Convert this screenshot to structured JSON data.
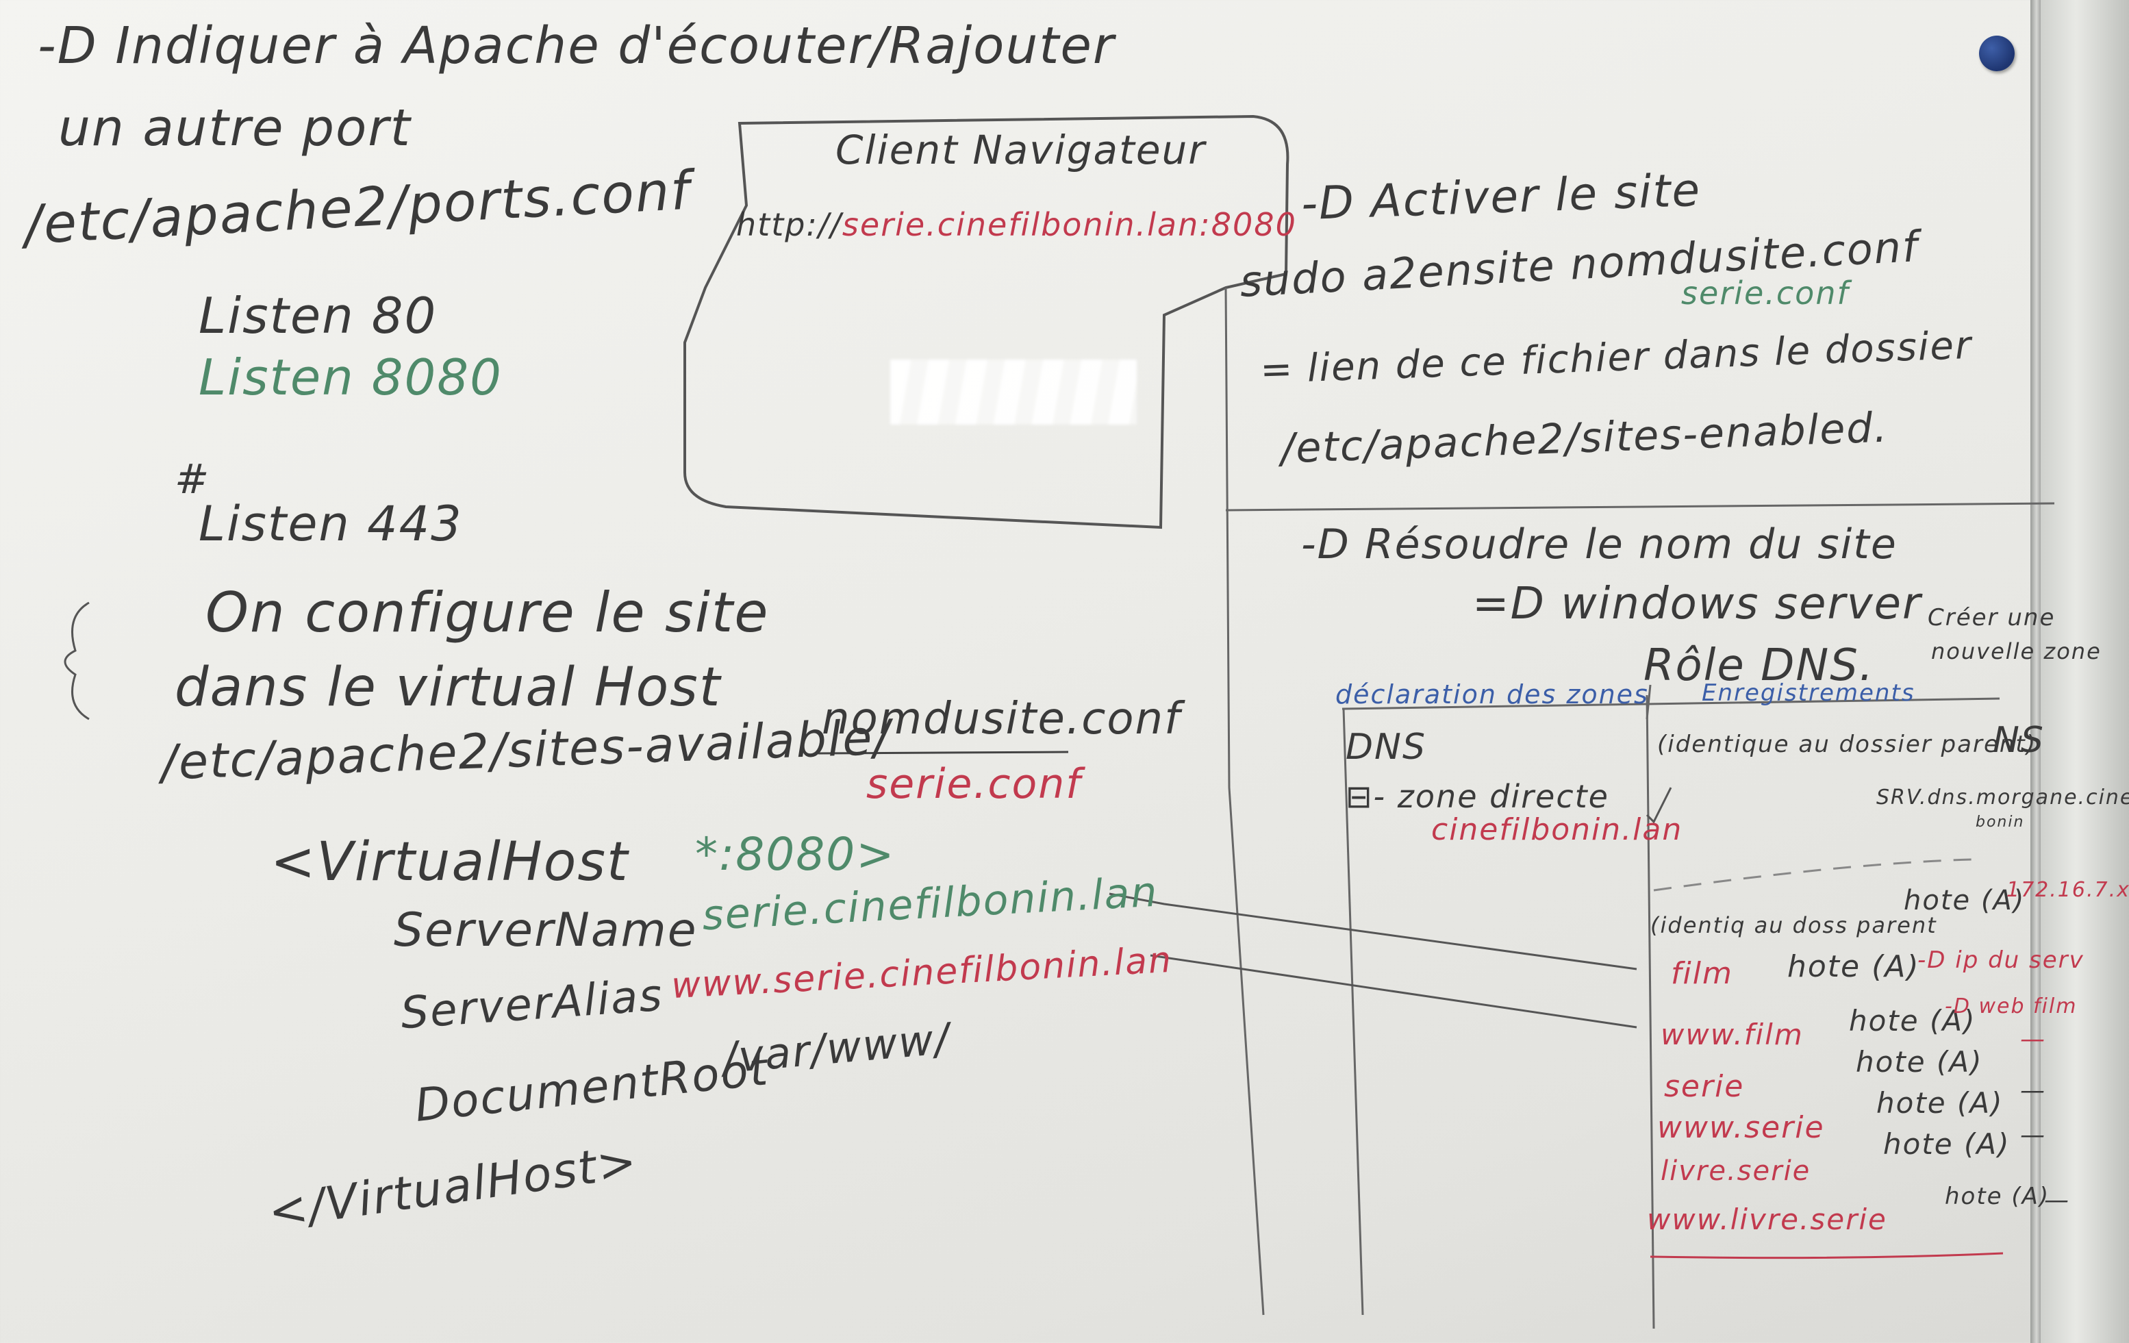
{
  "left": {
    "l1": "-D Indiquer à Apache d'écouter/Rajouter",
    "l2": "un autre port",
    "l3": "/etc/apache2/ports.conf",
    "listen80": "Listen 80",
    "listen8080": "Listen 8080",
    "hash": "#",
    "listen443": "Listen 443",
    "c1": "On configure le site",
    "c2": "dans le virtual Host",
    "path_sites": "/etc/apache2/sites-available/",
    "path_file": "nomdusite.conf",
    "path_file2": "serie.conf",
    "vh_open": "<VirtualHost",
    "vh_port": "*:8080>",
    "sn_label": "ServerName",
    "sn_val": "serie.cinefilbonin.lan",
    "sa_label": "ServerAlias",
    "sa_val": "www.serie.cinefilbonin.lan",
    "dr_label": "DocumentRoot",
    "dr_val": "/var/www/",
    "vh_close": "</VirtualHost>"
  },
  "client": {
    "title": "Client Navigateur",
    "url_a": "http://",
    "url_b": "serie.cinefilbonin.lan",
    "url_c": ":8080"
  },
  "right": {
    "act": "-D Activer le site",
    "cmd": "sudo a2ensite nomdusite.conf",
    "cmd_file": "serie.conf",
    "lien1": "= lien de ce fichier dans le dossier",
    "lien2": "/etc/apache2/sites-enabled.",
    "resoudre": "-D Résoudre le nom du site",
    "winsrv": "=D windows server",
    "role": "Rôle DNS.",
    "creer1": "Créer une",
    "creer2": "nouvelle zone",
    "decl": "déclaration des zones",
    "enreg": "Enregistrements",
    "dns": "DNS",
    "zone": "⊟- zone directe",
    "zone_name": "cinefilbonin.lan",
    "ident1": "(identique au dossier parent)",
    "ns": "NS",
    "srv": "SRV.dns.morgane.cinefil",
    "bonin": "bonin",
    "ident2": "(identiq au doss parent",
    "hoteA": "hote (A)",
    "ip": "172.16.7.x",
    "film": "film",
    "ipsrv": "-D ip du serv",
    "wwwfilm": "www.film",
    "webfilm": "-D web film",
    "recs": [
      {
        "name": "serie",
        "type": "hote (A)",
        "dash": "—"
      },
      {
        "name": "www.serie",
        "type": "hote (A)",
        "dash": "—"
      },
      {
        "name": "livre.serie",
        "type": "hote (A)",
        "dash": "—"
      },
      {
        "name": "www.livre.serie",
        "type": "hote (A)",
        "dash": "—"
      }
    ]
  }
}
